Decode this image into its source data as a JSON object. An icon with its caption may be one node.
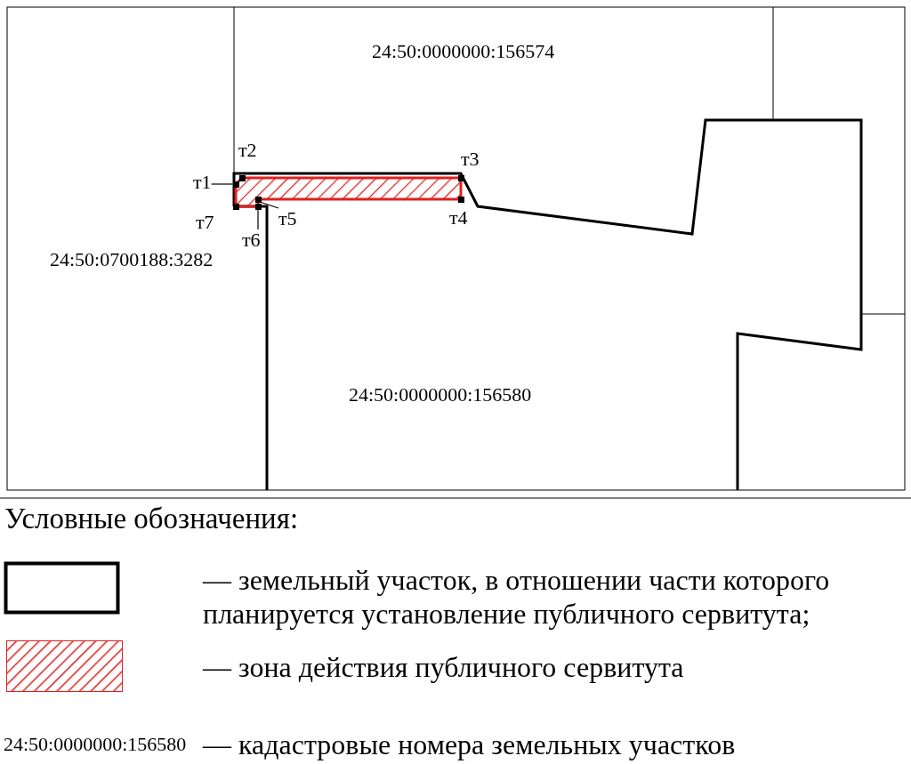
{
  "diagram": {
    "nodes": [
      {
        "text": [
          "т1"
        ]
      },
      {
        "text": [
          "т5"
        ]
      },
      {
        "text": [
          "т6"
        ]
      },
      {
        "text": [],
        "shape": "box"
      },
      {
        "text": [],
        "shape": "box"
      },
      {
        "text": [],
        "shape": "box"
      },
      {
        "text": [],
        "shape": "box"
      },
      {
        "text": [],
        "shape": "box"
      },
      {
        "text": [],
        "shape": "box"
      },
      {
        "text": [],
        "shape": "box"
      }
    ],
    "edges": [
      {
        "from": 0,
        "to": 5,
        "arrow": "none"
      },
      {
        "from": 1,
        "to": 7,
        "arrow": "none"
      },
      {
        "from": 2,
        "to": 8,
        "arrow": "none"
      }
    ],
    "labels": [
      "24:50:0000000:156574",
      "т2",
      "т3",
      "т7",
      "т4",
      "24:50:0700188:3282",
      "24:50:0000000:156580",
      "Условные обозначения:",
      "24:50:0000000:156580"
    ],
    "legend": [
      {
        "text": "— земельный участок, в отношении части которого планируется установление публичного сервитута;"
      },
      {
        "text": "— зона действия публичного сервитута"
      },
      {
        "text": "— кадастровые номера земельных участков"
      }
    ]
  }
}
